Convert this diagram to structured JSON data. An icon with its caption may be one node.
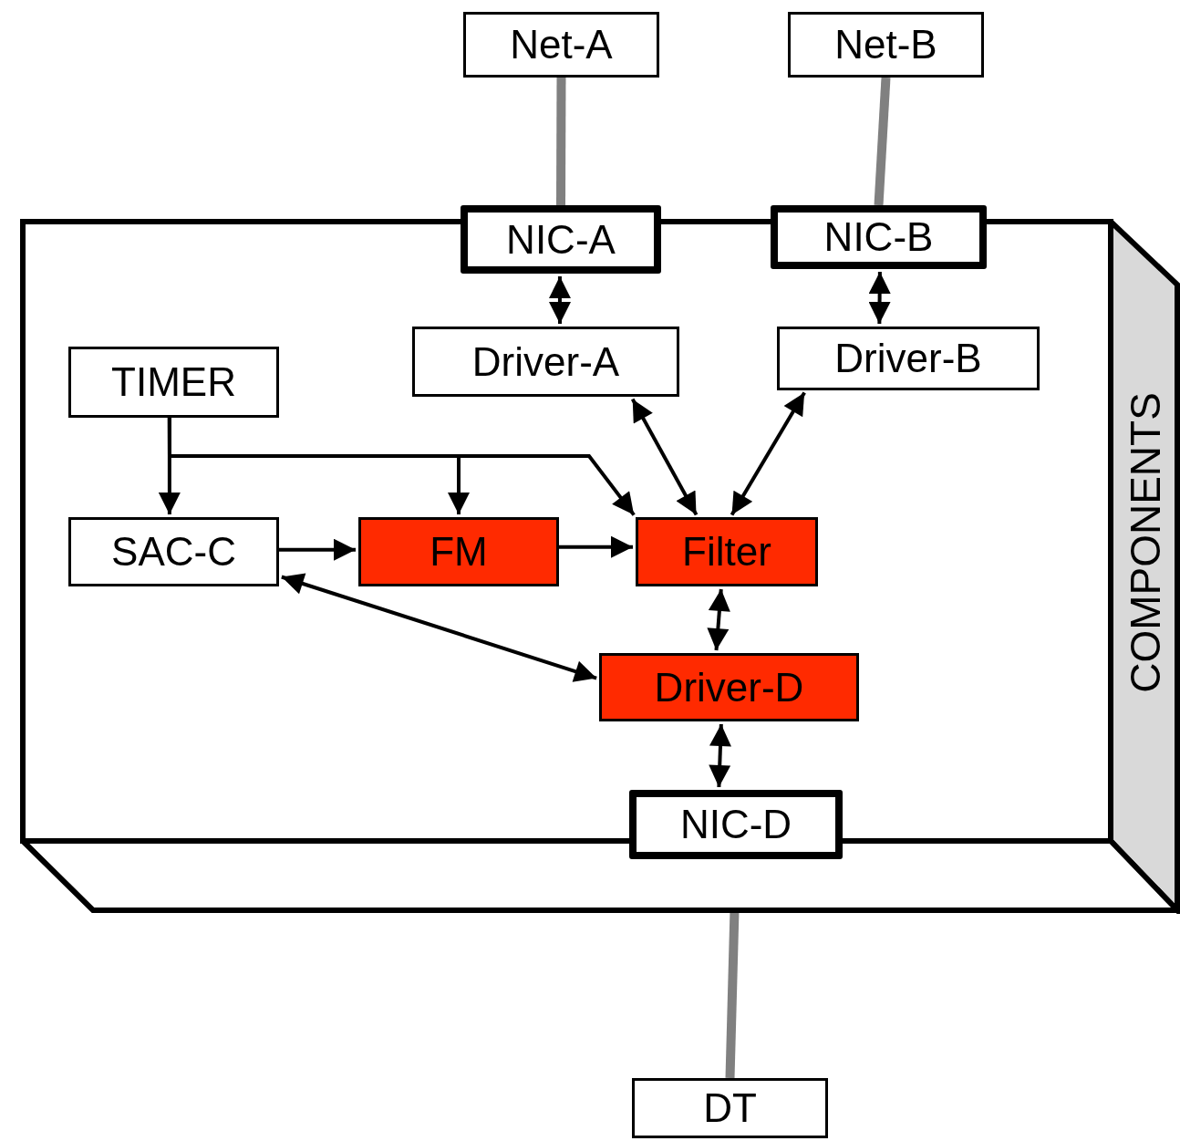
{
  "diagram": {
    "nodes": [
      {
        "text": [
          "Net-A"
        ]
      },
      {
        "text": [
          "Net-B"
        ]
      },
      {
        "text": [
          "COMPONENTS"
        ]
      },
      {
        "text": [
          "NIC-A"
        ]
      },
      {
        "text": [
          "NIC-B"
        ]
      },
      {
        "text": [
          "TIMER"
        ],
        "in": 2
      },
      {
        "text": [
          "Driver-A"
        ],
        "in": 2
      },
      {
        "text": [
          "Driver-B"
        ],
        "in": 2
      },
      {
        "text": [
          "SAC-C"
        ],
        "in": 2
      },
      {
        "text": [
          "FM"
        ],
        "in": 2
      },
      {
        "text": [
          "Filter"
        ],
        "in": 2
      },
      {
        "text": [
          "Driver-D"
        ],
        "in": 2
      },
      {
        "text": [
          "NIC-D"
        ]
      },
      {
        "text": [
          "DT"
        ]
      }
    ],
    "edges": [
      {
        "from": 0,
        "to": 3,
        "arrow": "none",
        "style": "thick",
        "color": "#808080"
      },
      {
        "from": 1,
        "to": 4,
        "arrow": "none",
        "style": "thick",
        "color": "#808080"
      },
      {
        "from": 3,
        "to": 6,
        "arrow": "both"
      },
      {
        "from": 4,
        "to": 7,
        "arrow": "both"
      },
      {
        "from": 5,
        "to": 8,
        "arrow": "to"
      },
      {
        "from": 5,
        "to": 9,
        "arrow": "to"
      },
      {
        "from": 5,
        "to": 10,
        "arrow": "to"
      },
      {
        "from": 8,
        "to": 9,
        "arrow": "to"
      },
      {
        "from": 9,
        "to": 10,
        "arrow": "to"
      },
      {
        "from": 6,
        "to": 10,
        "arrow": "both"
      },
      {
        "from": 7,
        "to": 10,
        "arrow": "both"
      },
      {
        "from": 8,
        "to": 11,
        "arrow": "both"
      },
      {
        "from": 10,
        "to": 11,
        "arrow": "both"
      },
      {
        "from": 11,
        "to": 12,
        "arrow": "both"
      },
      {
        "from": 12,
        "to": 13,
        "arrow": "none",
        "style": "thick",
        "color": "#808080"
      }
    ]
  }
}
